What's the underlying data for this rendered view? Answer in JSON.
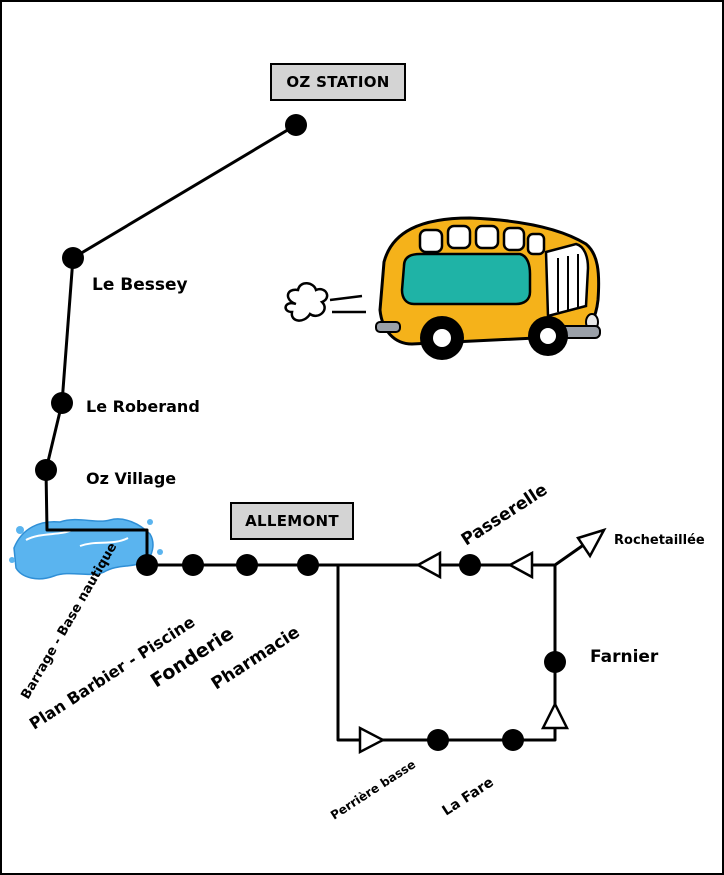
{
  "map": {
    "stations": {
      "oz_station": "OZ STATION",
      "allemont": "ALLEMONT"
    },
    "stops": {
      "le_bessey": "Le Bessey",
      "le_roberand": "Le Roberand",
      "oz_village": "Oz Village",
      "barrage": "Barrage - Base nautique",
      "plan_barbier": "Plan Barbier - Piscine",
      "fonderie": "Fonderie",
      "pharmacie": "Pharmacie",
      "passerelle": "Passerelle",
      "rochetaillee": "Rochetaillée",
      "farnier": "Farnier",
      "perriere_basse": "Perrière basse",
      "la_fare": "La Fare"
    },
    "icons": {
      "bus": "bus-icon",
      "lake": "water-splash-icon",
      "direction": "direction-arrow-icon"
    },
    "colors": {
      "route": "#000000",
      "station_box": "#d4d4d4",
      "bus_body": "#f5b21a",
      "bus_window": "#1fb3a6",
      "water": "#5ab4ef"
    }
  }
}
